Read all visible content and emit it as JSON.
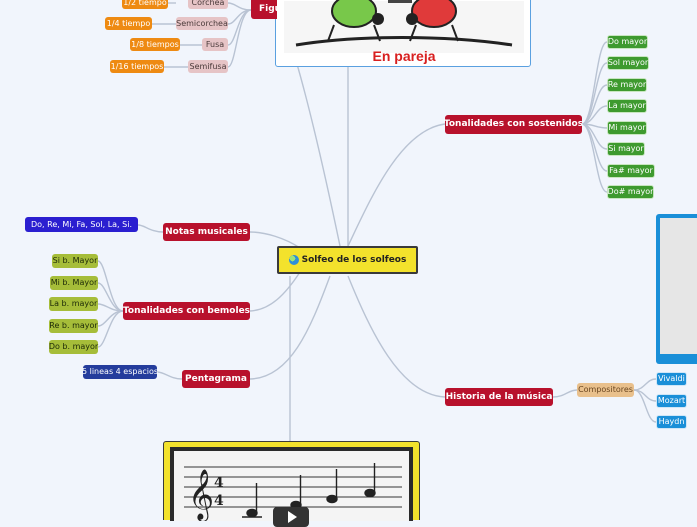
{
  "center": {
    "label": "Solfeo de los solfeos",
    "icon": "globe-icon"
  },
  "figures_partial_label": "Figu",
  "image_caption": "En pareja",
  "branches": {
    "sostenidos": {
      "label": "Tonalidades con sostenidos",
      "items": [
        "Do mayor",
        "Sol mayor",
        "Re mayor",
        "La mayor",
        "Mi mayor",
        "Si mayor",
        "Fa#  mayor",
        "Do# mayor"
      ]
    },
    "notas": {
      "label": "Notas musicales",
      "child": "Do, Re, Mi, Fa, Sol, La, Si."
    },
    "bemoles": {
      "label": "Tonalidades con bemoles",
      "items": [
        "Si b. Mayor",
        "Mi b. Mayor",
        "La b. mayor",
        "Re b. mayor",
        "Do b. mayor"
      ]
    },
    "pentagrama": {
      "label": "Pentagrama",
      "child": "5 lineas 4 espacios"
    },
    "historia": {
      "label": "Historia de la música",
      "compositores": "Compositores",
      "composers": [
        "Vivaldi",
        "Mozart",
        "Haydn"
      ]
    },
    "figuras": {
      "names": [
        "Corchea",
        "Semicorchea",
        "Fusa",
        "Semifusa"
      ],
      "times": [
        "1/2 tiempo",
        "1/4 tiempo",
        "1/8 tiempos",
        "1/16 tiempos"
      ]
    }
  },
  "colors": {
    "main_node": "#b8112c",
    "center_node": "#f3e22c",
    "green_node": "#3e9a2f",
    "olive_node": "#a6bd39",
    "orange_node": "#ee8a12",
    "blue_node": "#1a8fd8",
    "connector": "#b9c3d3"
  },
  "video": {
    "play_icon": "play-icon",
    "time_signature": "4/4"
  }
}
